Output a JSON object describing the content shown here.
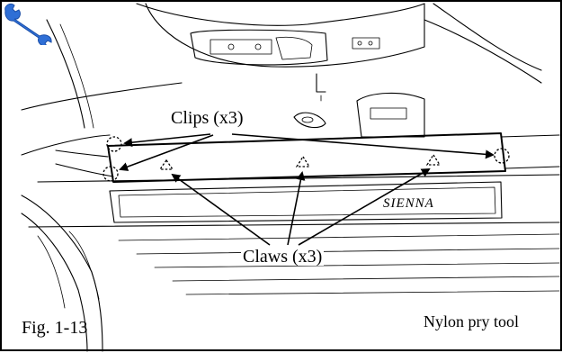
{
  "figure": {
    "number_label": "Fig. 1-13",
    "callouts": {
      "clips": "Clips (x3)",
      "claws": "Claws (x3)"
    },
    "tool": {
      "label": "Nylon pry tool",
      "icon": "wrench-icon",
      "icon_color": "#2f6fd6"
    },
    "badge_text": "SIENNA"
  }
}
